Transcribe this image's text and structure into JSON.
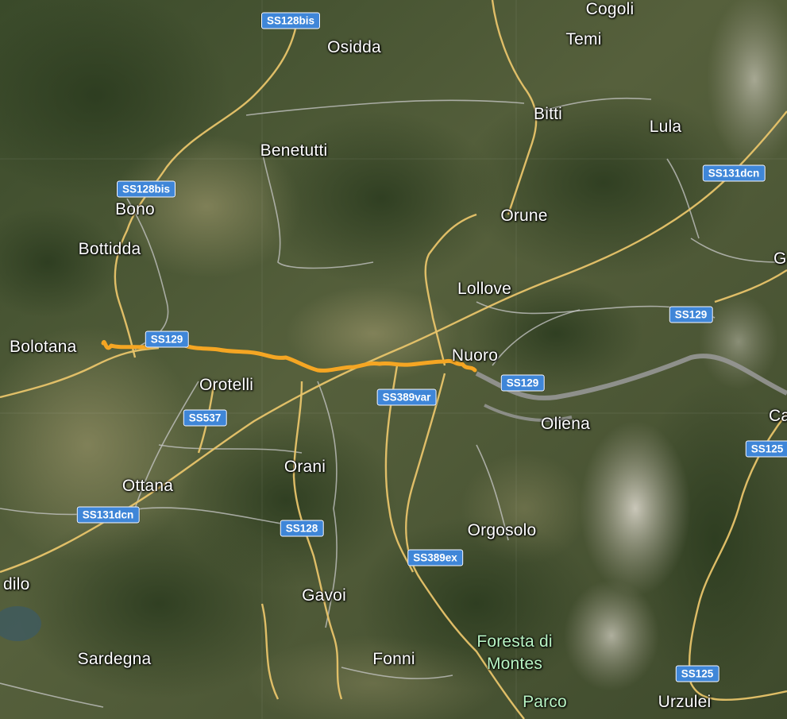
{
  "map": {
    "places": [
      {
        "id": "cogoli",
        "label": "Cogoli"
      },
      {
        "id": "temi",
        "label": "Temi"
      },
      {
        "id": "osidda",
        "label": "Osidda"
      },
      {
        "id": "bitti",
        "label": "Bitti"
      },
      {
        "id": "lula",
        "label": "Lula"
      },
      {
        "id": "benetutti",
        "label": "Benetutti"
      },
      {
        "id": "bono",
        "label": "Bono"
      },
      {
        "id": "bottidda",
        "label": "Bottidda"
      },
      {
        "id": "orune",
        "label": "Orune"
      },
      {
        "id": "lollove",
        "label": "Lollove"
      },
      {
        "id": "bolotana",
        "label": "Bolotana"
      },
      {
        "id": "nuoro",
        "label": "Nuoro"
      },
      {
        "id": "orotelli",
        "label": "Orotelli"
      },
      {
        "id": "oliena",
        "label": "Oliena"
      },
      {
        "id": "orani",
        "label": "Orani"
      },
      {
        "id": "ottana",
        "label": "Ottana"
      },
      {
        "id": "orgosolo",
        "label": "Orgosolo"
      },
      {
        "id": "gavoi",
        "label": "Gavoi"
      },
      {
        "id": "dilo",
        "label": "dilo"
      },
      {
        "id": "sardegna",
        "label": "Sardegna"
      },
      {
        "id": "fonni",
        "label": "Fonni"
      },
      {
        "id": "foresta1",
        "label": "Foresta di"
      },
      {
        "id": "foresta2",
        "label": "Montes"
      },
      {
        "id": "parco",
        "label": "Parco"
      },
      {
        "id": "urzulei",
        "label": "Urzulei"
      },
      {
        "id": "ca",
        "label": "Ca"
      },
      {
        "id": "g",
        "label": "G"
      }
    ],
    "shields": [
      {
        "id": "ss128bis-top",
        "label": "SS128bis"
      },
      {
        "id": "ss128bis-left",
        "label": "SS128bis"
      },
      {
        "id": "ss131dcn-right",
        "label": "SS131dcn"
      },
      {
        "id": "ss129-left",
        "label": "SS129"
      },
      {
        "id": "ss129-right",
        "label": "SS129"
      },
      {
        "id": "ss129-mid",
        "label": "SS129"
      },
      {
        "id": "ss389var",
        "label": "SS389var"
      },
      {
        "id": "ss537",
        "label": "SS537"
      },
      {
        "id": "ss125-right",
        "label": "SS125"
      },
      {
        "id": "ss131dcn-left",
        "label": "SS131dcn"
      },
      {
        "id": "ss128",
        "label": "SS128"
      },
      {
        "id": "ss389ex",
        "label": "SS389ex"
      },
      {
        "id": "ss125-bottom",
        "label": "SS125"
      }
    ],
    "colors": {
      "route_track": "#f5a623",
      "road_primary": "#e8c46a",
      "road_secondary": "#c8c8c8",
      "shield": "#3f86d8"
    }
  }
}
